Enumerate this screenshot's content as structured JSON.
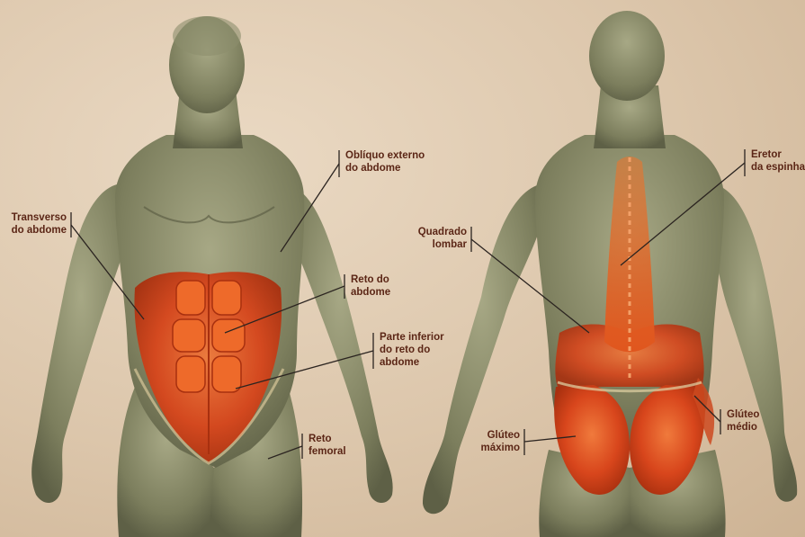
{
  "labels": {
    "obliquo": {
      "line1": "Oblíquo externo",
      "line2": "do abdome"
    },
    "transverso": {
      "line1": "Transverso",
      "line2": "do abdome"
    },
    "reto": {
      "line1": "Reto do",
      "line2": "abdome"
    },
    "parte_inferior": {
      "line1": "Parte inferior",
      "line2": "do reto do",
      "line3": "abdome"
    },
    "reto_femoral": {
      "line1": "Reto",
      "line2": "femoral"
    },
    "eretor": {
      "line1": "Eretor",
      "line2": "da espinha"
    },
    "quadrado": {
      "line1": "Quadrado",
      "line2": "lombar"
    },
    "gluteo_medio": {
      "line1": "Glúteo",
      "line2": "médio"
    },
    "gluteo_maximo": {
      "line1": "Glúteo",
      "line2": "máximo"
    }
  },
  "colors": {
    "label": "#5b2616",
    "leader": "#2b2420",
    "muscle": "#d8461c",
    "skin": "#8d8f6c"
  }
}
